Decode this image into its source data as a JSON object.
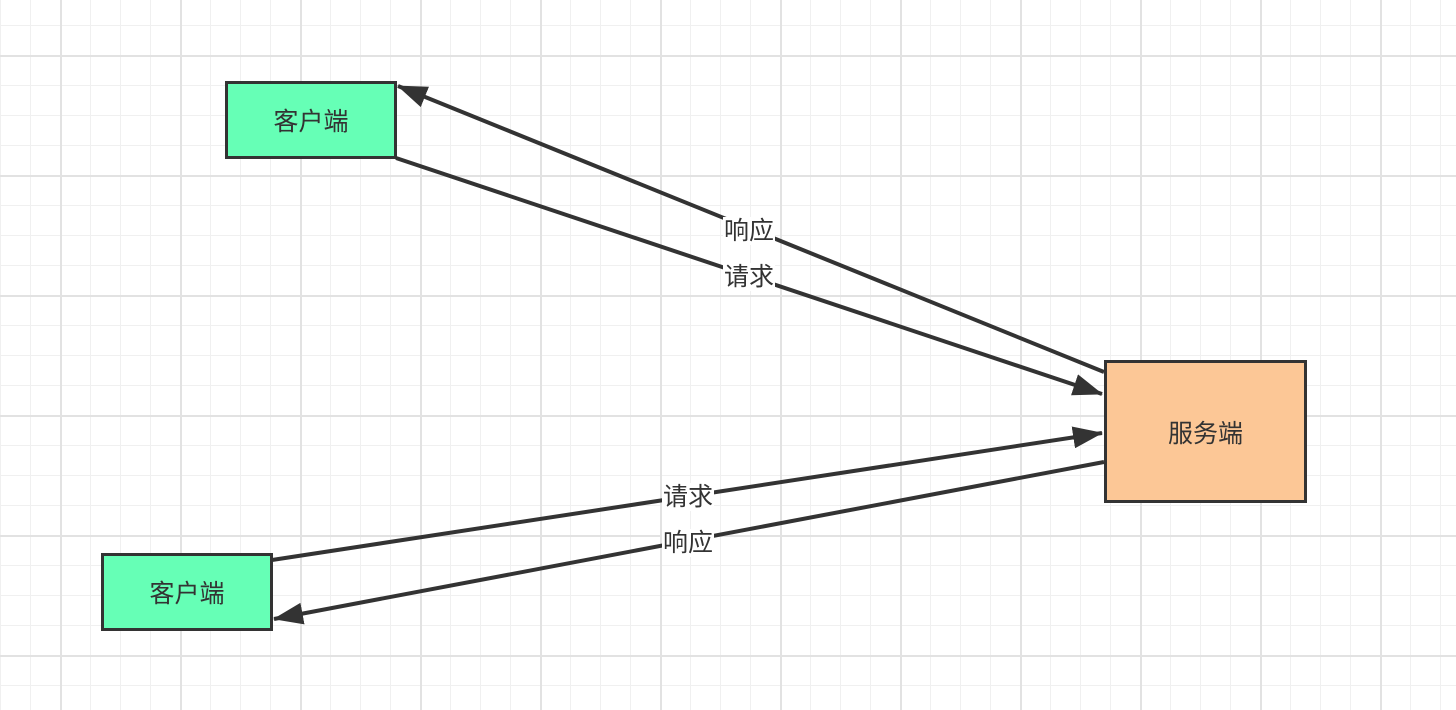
{
  "colors": {
    "client_fill": "#66ffb6",
    "server_fill": "#fcc796",
    "stroke": "#333333",
    "grid": "#e2e2e2"
  },
  "nodes": {
    "client_top": {
      "label": "客户端"
    },
    "client_bottom": {
      "label": "客户端"
    },
    "server": {
      "label": "服务端"
    }
  },
  "edges": {
    "top_response": {
      "label": "响应"
    },
    "top_request": {
      "label": "请求"
    },
    "bottom_request": {
      "label": "请求"
    },
    "bottom_response": {
      "label": "响应"
    }
  }
}
